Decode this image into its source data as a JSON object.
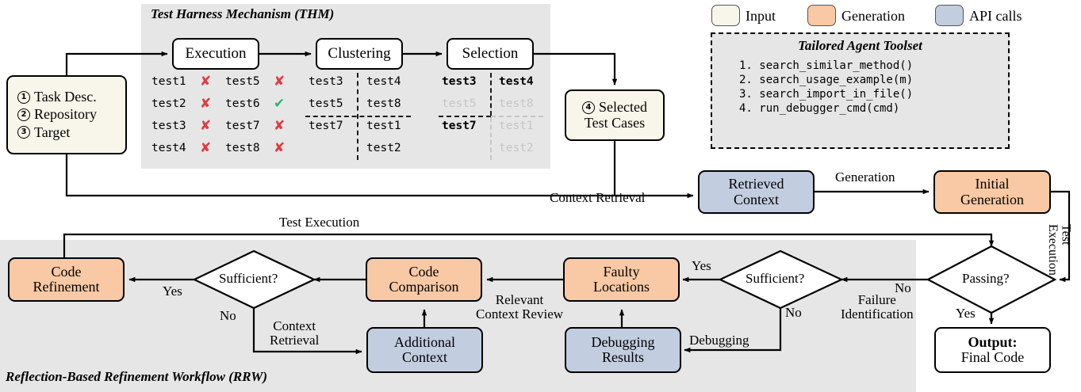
{
  "thm": {
    "title": "Test Harness Mechanism (THM)",
    "stages": [
      {
        "label": "Execution"
      },
      {
        "label": "Clustering"
      },
      {
        "label": "Selection"
      }
    ],
    "execution_results": [
      {
        "name": "test1",
        "status": "fail"
      },
      {
        "name": "test2",
        "status": "fail"
      },
      {
        "name": "test3",
        "status": "fail"
      },
      {
        "name": "test4",
        "status": "fail"
      },
      {
        "name": "test5",
        "status": "fail"
      },
      {
        "name": "test6",
        "status": "pass"
      },
      {
        "name": "test7",
        "status": "fail"
      },
      {
        "name": "test8",
        "status": "fail"
      }
    ],
    "clustering": {
      "left": [
        "test3",
        "test5",
        "test7"
      ],
      "right": [
        "test4",
        "test8",
        "test1",
        "test2"
      ]
    },
    "selection": {
      "left": [
        {
          "name": "test3",
          "selected": true
        },
        {
          "name": "test5",
          "selected": false
        },
        {
          "name": "test7",
          "selected": true
        }
      ],
      "right": [
        {
          "name": "test4",
          "selected": true
        },
        {
          "name": "test8",
          "selected": false
        },
        {
          "name": "test1",
          "selected": false
        },
        {
          "name": "test2",
          "selected": false
        }
      ]
    },
    "marks": {
      "fail": "✘",
      "pass": "✔",
      "fail_color": "#e03a41",
      "pass_color": "#2ab573"
    }
  },
  "input_node": {
    "items": [
      {
        "num": "1",
        "label": "Task Desc."
      },
      {
        "num": "2",
        "label": "Repository"
      },
      {
        "num": "3",
        "label": "Target"
      }
    ]
  },
  "selected_test_cases": {
    "num": "4",
    "line1": "Selected",
    "line2": "Test Cases"
  },
  "legend": {
    "items": [
      {
        "label": "Input",
        "color": "#f8f6ea"
      },
      {
        "label": "Generation",
        "color": "#f8c9a4"
      },
      {
        "label": "API calls",
        "color": "#c2cde0"
      }
    ]
  },
  "toolset": {
    "title": "Tailored Agent Toolset",
    "tools": [
      "1.  search_similar_method()",
      "2.  search_usage_example(m)",
      "3.  search_import_in_file()",
      "4.  run_debugger_cmd(cmd)"
    ]
  },
  "pipeline": {
    "retrieved_context": {
      "line1": "Retrieved",
      "line2": "Context"
    },
    "initial_generation": {
      "line1": "Initial",
      "line2": "Generation"
    },
    "edge_context_retrieval": "Context Retrieval",
    "edge_generation": "Generation",
    "edge_test_execution_vertical": "Test\nExecution"
  },
  "rrw": {
    "title": "Reflection-Based Refinement Workflow (RRW)",
    "nodes": {
      "code_refinement": {
        "line1": "Code",
        "line2": "Refinement"
      },
      "code_comparison": {
        "line1": "Code",
        "line2": "Comparison"
      },
      "additional_context": {
        "line1": "Additional",
        "line2": "Context"
      },
      "faulty_locations": {
        "line1": "Faulty",
        "line2": "Locations"
      },
      "debugging_results": {
        "line1": "Debugging",
        "line2": "Results"
      },
      "output": {
        "line1": "Output:",
        "line2": "Final Code"
      }
    },
    "decisions": {
      "sufficient_left": "Sufficient?",
      "sufficient_right": "Sufficient?",
      "passing": "Passing?"
    },
    "edge_labels": {
      "test_execution": "Test Execution",
      "yes_left": "Yes",
      "no_left": "No",
      "context_retrieval": "Context\nRetrieval",
      "relevant_context_review": "Relevant\nContext Review",
      "yes_right": "Yes",
      "no_right": "No",
      "debugging": "Debugging",
      "failure_identification": "Failure\nIdentification",
      "no_passing": "No",
      "yes_passing": "Yes"
    }
  },
  "colors": {
    "panel": "#e6e6e6",
    "input": "#f8f6ea",
    "generation": "#f8c9a4",
    "api": "#c2cde0",
    "stroke": "#000000",
    "muted": "#c6c6c6"
  }
}
